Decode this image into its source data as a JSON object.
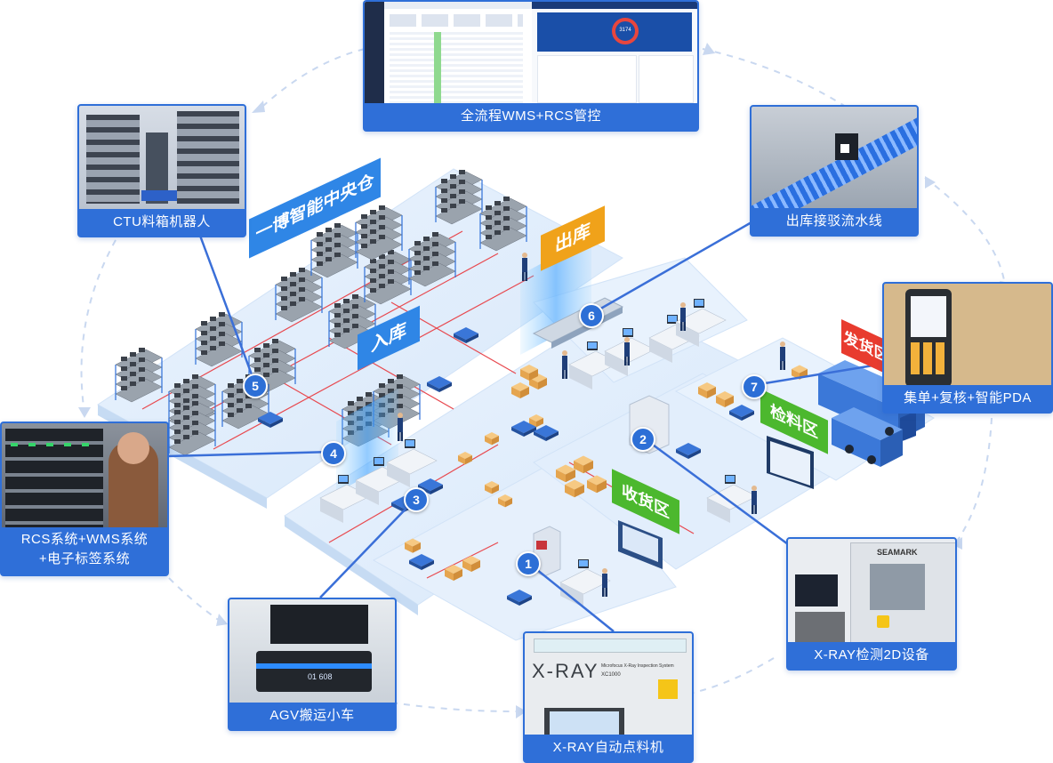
{
  "cards": {
    "wms": "全流程WMS+RCS管控",
    "ctu": "CTU料箱机器人",
    "outbound_line": "出库接驳流水线",
    "pda": "集单+复核+智能PDA",
    "rcs_line1": "RCS系统+WMS系统",
    "rcs_line2": "+电子标签系统",
    "xray2d": "X-RAY检测2D设备",
    "agv": "AGV搬运小车",
    "xray_counter": "X-RAY自动点料机"
  },
  "zones": {
    "warehouse": "一博智能中央仓",
    "inbound": "入库",
    "outbound": "出库",
    "shipping": "发货区",
    "inspection": "检料区",
    "receiving": "收货区"
  },
  "markers": [
    "1",
    "2",
    "3",
    "4",
    "5",
    "6",
    "7"
  ],
  "screen": {
    "dashboard_value": "3174"
  },
  "devices": {
    "xray_brand": "X-RAY",
    "xray_model_line1": "Microfocus X-Ray Inspection System",
    "xray_model_line2": "XC1000",
    "seamark": "SEAMARK",
    "agv_id": "01 608"
  },
  "colors": {
    "accent_blue": "#2f6fd8",
    "connector": "#3a6fd8",
    "zone_blue": "#2f86e6",
    "zone_orange": "#f0a21a",
    "zone_red": "#e83b2e",
    "zone_green": "#4cb82e",
    "floor_red_line": "#e8494f"
  }
}
